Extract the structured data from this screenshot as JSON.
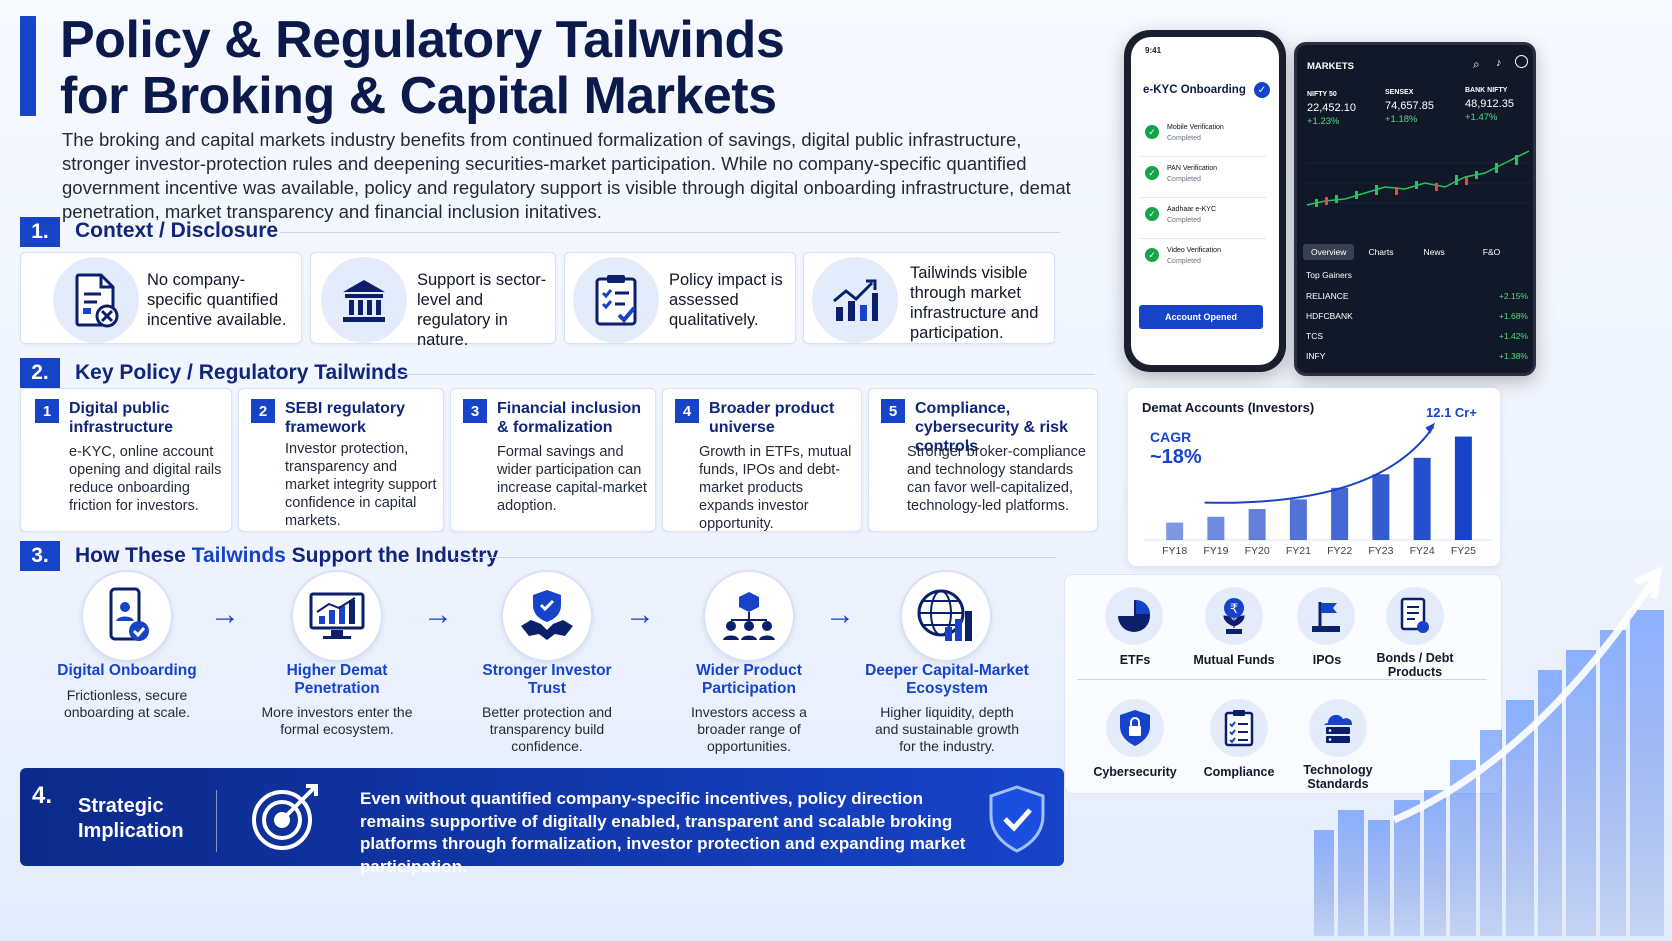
{
  "header": {
    "title_line1": "Policy & Regulatory Tailwinds",
    "title_line2": "for Broking & Capital Markets",
    "intro": "The broking and capital markets industry benefits from continued formalization of savings, digital public infrastructure, stronger investor-protection rules and deepening securities-market participation. While no company-specific quantified government incentive was available, policy and regulatory support is visible through digital onboarding infrastructure, demat penetration, market transparency and financial inclusion initatives."
  },
  "section1": {
    "num": "1.",
    "title": "Context / Disclosure",
    "cards": [
      {
        "icon": "document-cancel-icon",
        "text": "No company-specific quantified incentive available."
      },
      {
        "icon": "bank-building-icon",
        "text": "Support is sector-level and regulatory in nature."
      },
      {
        "icon": "clipboard-check-icon",
        "text": "Policy impact is assessed qualitatively."
      },
      {
        "icon": "growth-chart-icon",
        "text": "Tailwinds visible through market infrastructure and participation."
      }
    ]
  },
  "section2": {
    "num": "2.",
    "title": "Key Policy / Regulatory Tailwinds",
    "items": [
      {
        "num": "1",
        "title": "Digital public infrastructure",
        "desc": "e-KYC, online account opening and digital rails reduce onboarding friction for investors."
      },
      {
        "num": "2",
        "title": "SEBI regulatory framework",
        "desc": "Investor protection, transparency and market integrity support confidence in capital markets."
      },
      {
        "num": "3",
        "title": "Financial inclusion & formalization",
        "desc": "Formal savings and wider participation can increase capital-market adoption."
      },
      {
        "num": "4",
        "title": "Broader product universe",
        "desc": "Growth in ETFs, mutual funds, IPOs and debt-market products expands investor opportunity."
      },
      {
        "num": "5",
        "title": "Compliance, cybersecurity & risk controls",
        "desc": "Stronger broker-compliance and technology standards can favor well-capitalized, technology-led platforms."
      }
    ]
  },
  "section3": {
    "num": "3.",
    "title_a": "How These ",
    "title_b": "Tailwinds",
    "title_c": " Support the Industry",
    "steps": [
      {
        "icon": "mobile-user-icon",
        "title": "Digital Onboarding",
        "desc": "Frictionless, secure onboarding at scale."
      },
      {
        "icon": "monitor-chart-icon",
        "title": "Higher Demat Penetration",
        "desc": "More investors enter the formal ecosystem."
      },
      {
        "icon": "shield-handshake-icon",
        "title": "Stronger Investor Trust",
        "desc": "Better protection and transparency build confidence."
      },
      {
        "icon": "network-people-icon",
        "title": "Wider Product Participation",
        "desc": "Investors access a broader range of opportunities."
      },
      {
        "icon": "globe-chart-icon",
        "title": "Deeper Capital-Market Ecosystem",
        "desc": "Higher liquidity, depth and sustainable growth for the industry."
      }
    ]
  },
  "section4": {
    "num": "4.",
    "title": "Strategic Implication",
    "text": "Even without quantified company-specific incentives, policy direction remains supportive of digitally enabled, transparent and scalable broking platforms through formalization, investor protection and expanding market participation."
  },
  "phone": {
    "time": "9:41",
    "heading": "e-KYC Onboarding",
    "steps": [
      {
        "title": "Mobile Verification",
        "status": "Completed"
      },
      {
        "title": "PAN Verification",
        "status": "Completed"
      },
      {
        "title": "Aadhaar e-KYC",
        "status": "Completed"
      },
      {
        "title": "Video Verification",
        "status": "Completed"
      }
    ],
    "button": "Account Opened"
  },
  "tablet": {
    "title": "MARKETS",
    "indices": [
      {
        "name": "NIFTY 50",
        "value": "22,452.10",
        "change": "+1.23%"
      },
      {
        "name": "SENSEX",
        "value": "74,657.85",
        "change": "+1.18%"
      },
      {
        "name": "BANK NIFTY",
        "value": "48,912.35",
        "change": "+1.47%"
      }
    ],
    "tabs": [
      "Overview",
      "Charts",
      "News",
      "F&O"
    ],
    "gainers_title": "Top Gainers",
    "gainers": [
      {
        "name": "RELIANCE",
        "change": "+2.15%"
      },
      {
        "name": "HDFCBANK",
        "change": "+1.68%"
      },
      {
        "name": "TCS",
        "change": "+1.42%"
      },
      {
        "name": "INFY",
        "change": "+1.38%"
      }
    ]
  },
  "demat_chart": {
    "title": "Demat Accounts (Investors)",
    "cagr_label": "CAGR",
    "cagr_value": "~18%",
    "end_label": "12.1 Cr+"
  },
  "chart_data": {
    "type": "bar",
    "title": "Demat Accounts (Investors)",
    "categories": [
      "FY18",
      "FY19",
      "FY20",
      "FY21",
      "FY22",
      "FY23",
      "FY24",
      "FY25"
    ],
    "values": [
      1.8,
      2.4,
      3.2,
      4.2,
      5.4,
      6.8,
      8.5,
      10.7
    ],
    "ylim": [
      0,
      12
    ],
    "colors": [
      "#1743c9"
    ]
  },
  "products": {
    "row1": [
      {
        "icon": "pie-chart-icon",
        "label": "ETFs"
      },
      {
        "icon": "rupee-plant-icon",
        "label": "Mutual Funds"
      },
      {
        "icon": "ipo-flag-icon",
        "label": "IPOs"
      },
      {
        "icon": "bond-document-icon",
        "label": "Bonds / Debt Products"
      }
    ],
    "row2": [
      {
        "icon": "lock-shield-icon",
        "label": "Cybersecurity"
      },
      {
        "icon": "compliance-clipboard-icon",
        "label": "Compliance"
      },
      {
        "icon": "server-cloud-icon",
        "label": "Technology Standards"
      }
    ]
  },
  "colors": {
    "primary": "#1743c9",
    "navy": "#0b1f6b",
    "positive": "#22c55e"
  }
}
